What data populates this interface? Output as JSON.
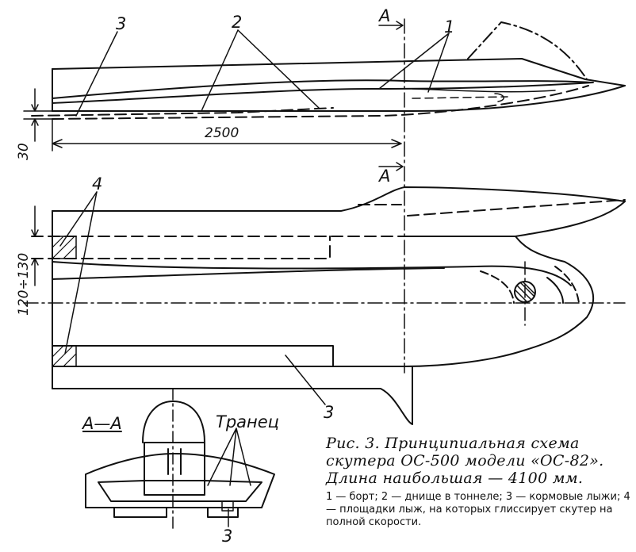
{
  "labels": {
    "n1": "1",
    "n2": "2",
    "n3a": "3",
    "n3b": "3",
    "n3c": "3",
    "n4": "4",
    "sectionTop": "A",
    "sectionBottom": "A",
    "sectionView": "A—A",
    "transom": "Транец",
    "dimLength": "2500",
    "dimHeight": "30",
    "dimWidth": "120÷130"
  },
  "caption": {
    "text": "Рис. 3. Принципиальная схема скутера ОС-500 модели «ОС-82». Длина наибольшая — 4100 мм.",
    "legend": "1 — борт; 2 — днище в тоннеле; 3 — кормовые лыжи; 4 — площадки лыж, на которых глиссирует скутер на полной скорости."
  }
}
